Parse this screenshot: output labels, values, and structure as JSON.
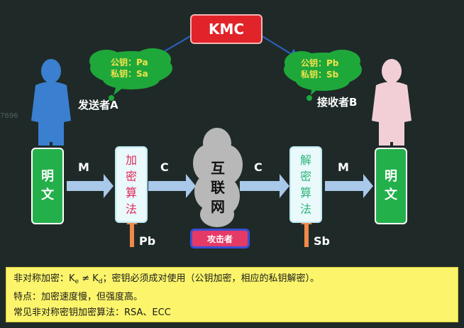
{
  "kmc": "KMC",
  "sender": {
    "label": "发送者A",
    "public_key": "公钥：Pa",
    "private_key": "私钥：Sa"
  },
  "receiver": {
    "label": "接收者B",
    "public_key": "公钥：Pb",
    "private_key": "私钥：Sb"
  },
  "flow": {
    "plaintext_left": [
      "明",
      "文"
    ],
    "plaintext_right": [
      "明",
      "文"
    ],
    "encrypt": [
      "加",
      "密",
      "算",
      "法"
    ],
    "decrypt": [
      "解",
      "密",
      "算",
      "法"
    ],
    "network": [
      "互",
      "联",
      "网"
    ],
    "m_left": "M",
    "c_left": "C",
    "c_right": "C",
    "m_right": "M",
    "enc_key": "Pb",
    "dec_key": "Sb",
    "attacker": "攻击者"
  },
  "watermark": "7696",
  "note": {
    "line1_prefix": "非对称加密：",
    "k_e": "K",
    "k_e_sub": "e",
    "neq": " ≠ ",
    "k_d": "K",
    "k_d_sub": "d",
    "line1_suffix": "；密钥必须成对使用（公钥加密，相应的私钥解密）。",
    "line2": "特点：加密速度慢，但强度高。",
    "line3": "常见非对称密钥加密算法：RSA、ECC"
  },
  "colors": {
    "background": "#1f2a28",
    "kmc": "#e1242a",
    "cloud": "#1fa83a",
    "person_sender": "#3b7fd0",
    "person_receiver": "#f2cfd6",
    "plaintext": "#23b04b",
    "arrow": "#a9c8ea",
    "key_arrow": "#f08a4b",
    "note_bg": "#fcf56b"
  }
}
